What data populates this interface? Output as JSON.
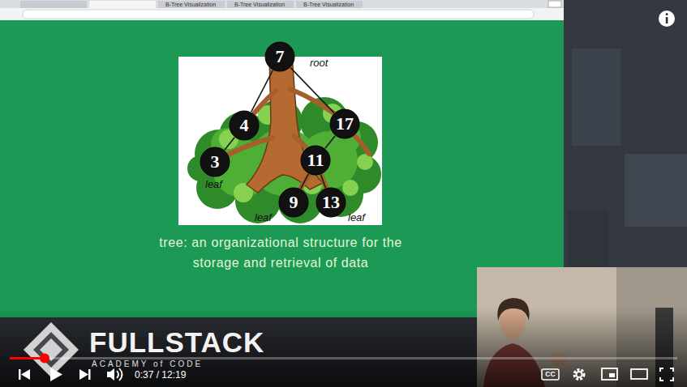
{
  "diagram": {
    "caption": "tree: an organizational structure for the storage and retrieval of data",
    "nodes": [
      {
        "text": [
          "7"
        ]
      },
      {
        "text": [
          "4"
        ]
      },
      {
        "text": [
          "17"
        ]
      },
      {
        "text": [
          "3"
        ]
      },
      {
        "text": [
          "11"
        ]
      },
      {
        "text": [
          "9"
        ]
      },
      {
        "text": [
          "13"
        ]
      }
    ],
    "edges": [
      {
        "from": 0,
        "to": 1,
        "arrow": "none"
      },
      {
        "from": 0,
        "to": 2,
        "arrow": "none"
      },
      {
        "from": 1,
        "to": 3,
        "arrow": "none"
      },
      {
        "from": 2,
        "to": 4,
        "arrow": "none"
      },
      {
        "from": 4,
        "to": 5,
        "arrow": "none"
      },
      {
        "from": 4,
        "to": 6,
        "arrow": "none"
      }
    ],
    "labels": [
      "B-Tree Visualization",
      "B-Tree Visualization",
      "B-Tree Visualization",
      "root",
      "leaf",
      "leaf",
      "leaf",
      "FULLSTACK",
      "ACADEMY of CODE",
      "0:37 / 12:19",
      "CC"
    ]
  }
}
